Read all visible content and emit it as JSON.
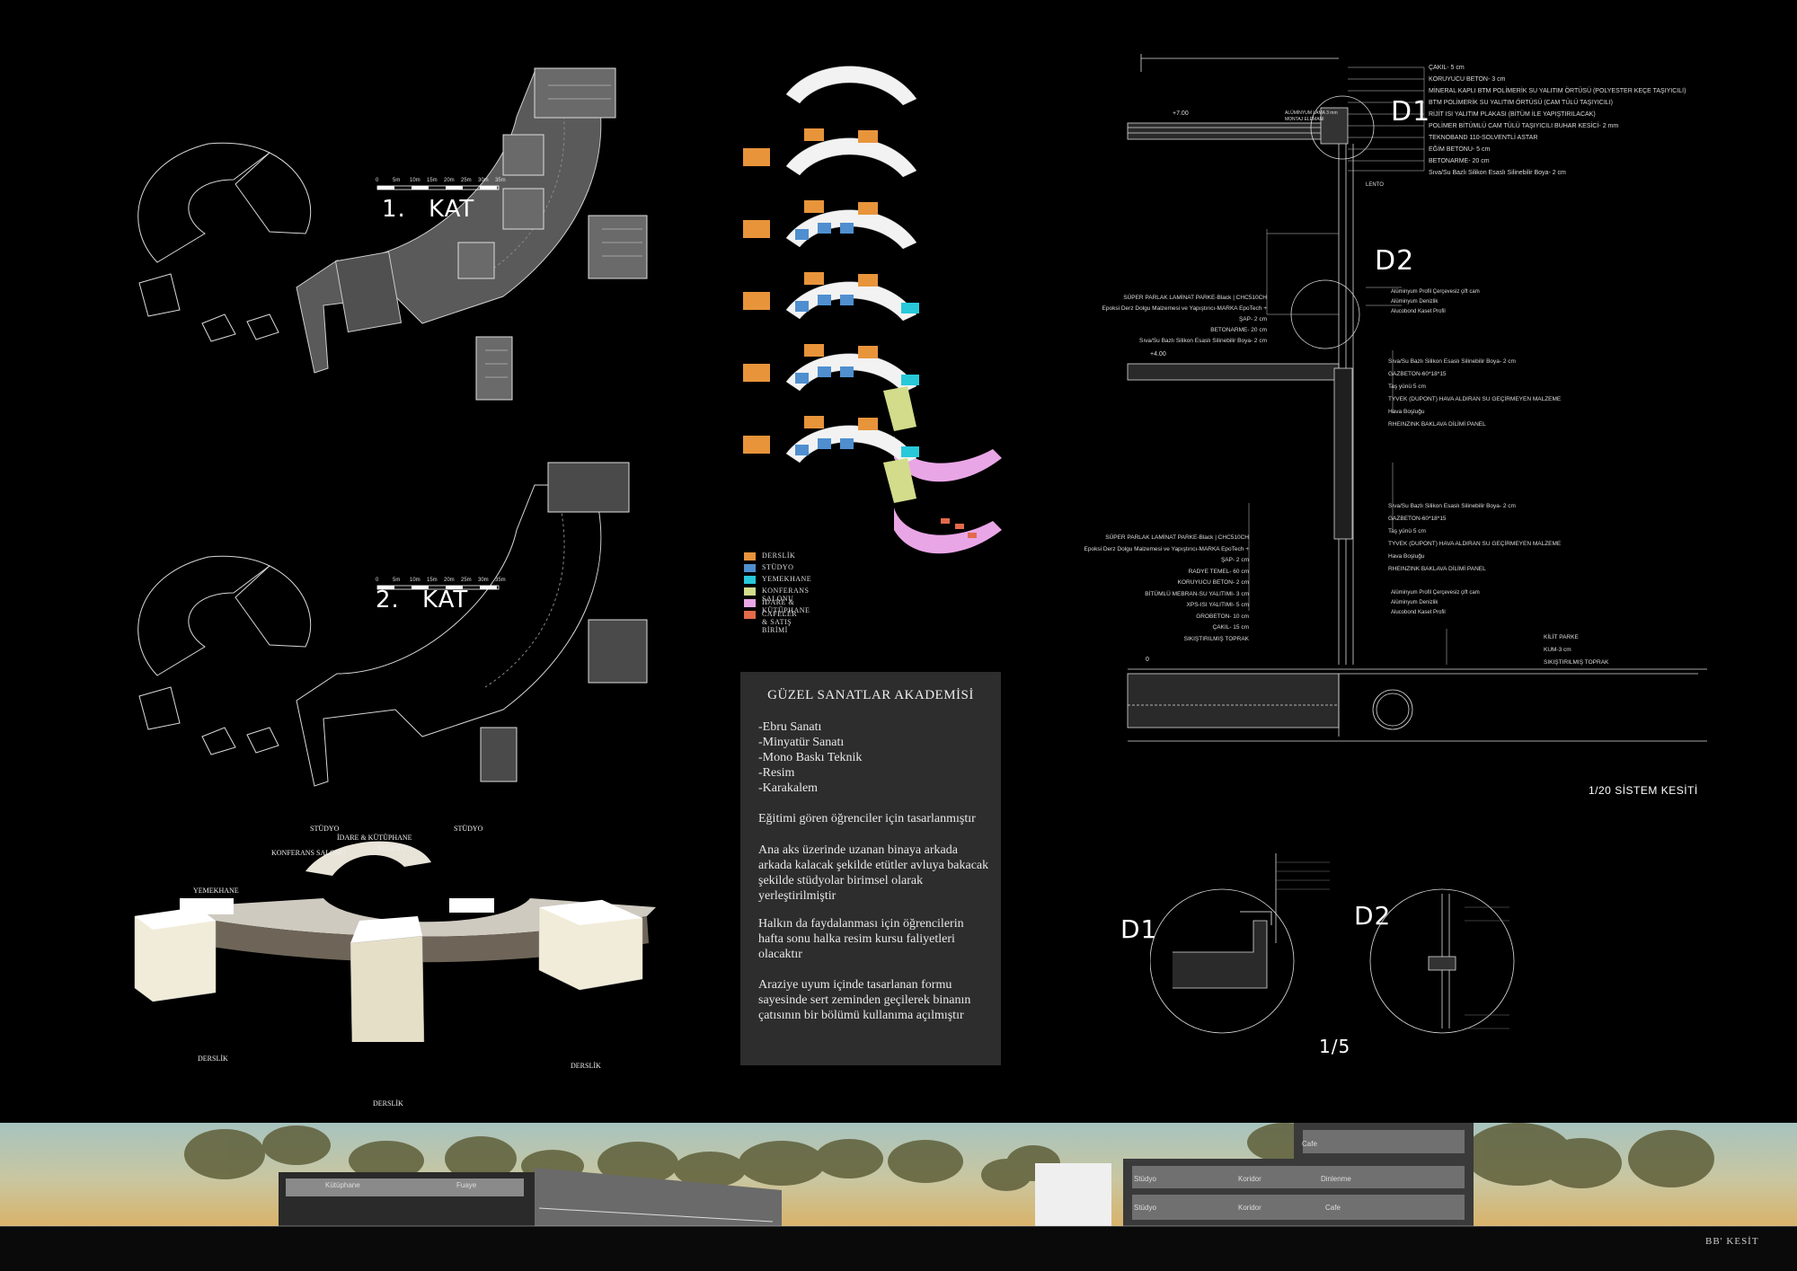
{
  "plans": {
    "floor1_label_num": "1.",
    "floor1_label_word": "KAT",
    "floor2_label_num": "2.",
    "floor2_label_word": "KAT",
    "scale_ticks": [
      "0",
      "5m",
      "10m",
      "15m",
      "20m",
      "25m",
      "30m",
      "35m"
    ]
  },
  "legend": {
    "items": [
      {
        "label": "DERSLİK",
        "color": "#e8943a"
      },
      {
        "label": "STÜDYO",
        "color": "#4f8fcf"
      },
      {
        "label": "YEMEKHANE",
        "color": "#27c9d9"
      },
      {
        "label": "KONFERANS SALONU",
        "color": "#d2dc8a"
      },
      {
        "label": "İDARE & KÜTÜPHANE",
        "color": "#e9a6e6"
      },
      {
        "label": "CAFELER & SATIŞ BİRİMİ",
        "color": "#e36a4b"
      }
    ]
  },
  "description": {
    "title": "GÜZEL SANATLAR AKADEMİSİ",
    "list": [
      "-Ebru Sanatı",
      "-Minyatür Sanatı",
      "-Mono Baskı Teknik",
      "-Resim",
      "-Karakalem"
    ],
    "p1": "Eğitimi gören öğrenciler için tasarlanmıştır",
    "p2": "Ana aks üzerinde uzanan binaya arkada arkada kalacak şekilde etütler avluya bakacak şekilde stüdyolar birimsel olarak yerleştirilmiştir",
    "p3": "Halkın da faydalanması için öğrencilerin hafta sonu halka resim kursu faliyetleri olacaktır",
    "p4": "Araziye uyum içinde tasarlanan formu sayesinde sert zeminden geçilerek binanın çatısının bir bölümü kullanıma açılmıştır"
  },
  "model3d": {
    "labels": {
      "yemekhane": "YEMEKHANE",
      "konferans": "KONFERANS SALONU",
      "studyo1": "STÜDYO",
      "idare": "İDARE & KÜTÜPHANE",
      "studyo2": "STÜDYO",
      "studyo3": "STÜDYO",
      "derslik_left": "DERSLİK",
      "derslik_center": "DERSLİK",
      "derslik_right": "DERSLİK"
    }
  },
  "detail": {
    "d1": "D1",
    "d2": "D2",
    "section_title": "1/20 SİSTEM KESİTİ",
    "top_layers": [
      "ÇAKIL- 5 cm",
      "KORUYUCU BETON- 3 cm",
      "MİNERAL KAPLI BTM POLİMERİK SU YALITIM ÖRTÜSÜ (POLYESTER KEÇE TAŞIYICILI)",
      "BTM POLİMERİK SU YALITIM ÖRTÜSÜ (CAM TÜLÜ TAŞIYICILI)",
      "RİJİT ISI YALITIM PLAKASI (BİTÜM İLE YAPIŞTIRILACAK)",
      "POLİMER BİTÜMLÜ CAM TÜLÜ TAŞIYICILI BUHAR KESİCİ- 2 mm",
      "TEKNOBAND 110-SOLVENTLİ ASTAR",
      "EĞİM BETONU- 5 cm",
      "BETONARME- 20 cm",
      "Sıva/Su Bazlı Silikon Esaslı Silinebilir Boya- 2 cm"
    ],
    "level_700": "+7.00",
    "level_400": "+4.00",
    "level_0": "0",
    "lento": "LENTO",
    "parapet_note1": "ALÜMİNYUM LAMA 3 mm",
    "parapet_note2": "MONTAJ ELEMANI",
    "d2_right": [
      "Alüminyum Profil Çerçevesiz çift cam",
      "Alüminyum Denizlik",
      "Alucobond Kaset Profil"
    ],
    "mid_left": [
      "SÜPER PARLAK LAMİNAT PARKE-Black | CHC510CH",
      "Epoksi Derz Dolgu Malzemesi ve Yapıştırıcı-MARKA EpoTech +",
      "ŞAP- 2 cm",
      "BETONARME- 20 cm",
      "Sıva/Su Bazlı Silikon Esaslı Silinebilir Boya- 2 cm"
    ],
    "mid_right": [
      "Sıva/Su Bazlı Silikon Esaslı Silinebilir Boya- 2 cm",
      "GAZBETON-60*18*15",
      "Taş yünü 5 cm",
      "TYVEK (DUPONT) HAVA ALDIRAN SU GEÇİRMEYEN MALZEME",
      "Hava Boşluğu",
      "RHEINZINK BAKLAVA DİLİMİ PANEL"
    ],
    "low_right": [
      "Sıva/Su Bazlı Silikon Esaslı Silinebilir Boya- 2 cm",
      "GAZBETON-60*18*15",
      "Taş yünü 5 cm",
      "TYVEK (DUPONT) HAVA ALDIRAN SU GEÇİRMEYEN MALZEME",
      "Hava Boşluğu",
      "RHEINZINK BAKLAVA DİLİMİ PANEL"
    ],
    "low_left": [
      "SÜPER PARLAK LAMİNAT PARKE-Black | CHC510CH",
      "Epoksi Derz Dolgu Malzemesi ve Yapıştırıcı-MARKA EpoTech +",
      "ŞAP- 2 cm",
      "RADYE TEMEL- 60 cm",
      "KORUYUCU BETON- 2 cm",
      "BİTÜMLÜ MEBRAN-SU YALITIMI- 3 cm",
      "XPS-ISI YALITIMI- 5 cm",
      "GROBETON- 10 cm",
      "ÇAKIL- 15 cm",
      "SIKIŞTIRILMIŞ TOPRAK"
    ],
    "low_right2": [
      "Alüminyum Profil Çerçevesiz çift cam",
      "Alüminyum Denizlik",
      "Alucobond Kaset Profil"
    ],
    "ground_right": [
      "KİLİT PARKE",
      "KUM-3 cm",
      "SIKIŞTIRILMIŞ TOPRAK"
    ],
    "zoom_d1": "D1",
    "zoom_d2": "D2",
    "zoom_scale": "1/5"
  },
  "bottom_section": {
    "left_rooms": [
      "Kütüphane",
      "Fuaye"
    ],
    "right_rooms": {
      "cafe_top": "Cafe",
      "studyo_mid": "Stüdyo",
      "koridor_mid": "Koridor",
      "dinlenme": "Dinlenme",
      "studyo_low": "Stüdyo",
      "koridor_low": "Koridor",
      "cafe_low": "Cafe"
    },
    "caption": "BB' KESİT"
  },
  "colors": {
    "background": "#000000",
    "plan_fill": "#5a5a5a",
    "panel": "#2d2d2d",
    "mass_white": "#f2f2f2"
  }
}
